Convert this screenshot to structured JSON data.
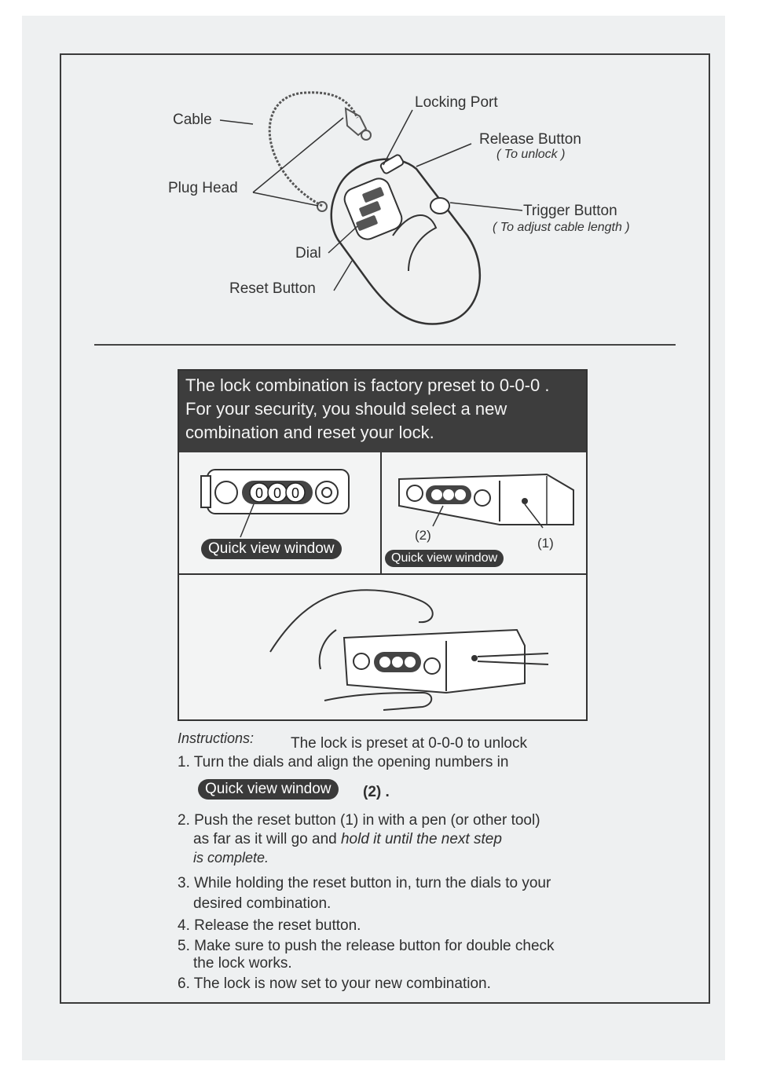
{
  "diagram": {
    "labels": {
      "cable": "Cable",
      "plug_head": "Plug Head",
      "locking_port": "Locking Port",
      "release_button": "Release Button",
      "release_note": "( To unlock )",
      "trigger_button": "Trigger Button",
      "trigger_note": "( To adjust cable length )",
      "dial": "Dial",
      "reset_button": "Reset Button"
    },
    "dial_digits": [
      "0",
      "0",
      "0"
    ]
  },
  "notice": {
    "lines": [
      "The lock combination is factory preset to 0-0-0 .",
      "For your security, you should select a new",
      "combination and reset your lock."
    ]
  },
  "figures": {
    "quick_view_window": "Quick view window",
    "marker_1": "(1)",
    "marker_2": "(2)"
  },
  "instructions": {
    "heading": "Instructions:",
    "intro": "The lock is preset at 0-0-0 to unlock",
    "step1_a": "1. Turn the dials and align the opening numbers in",
    "step1_badge": "Quick view window",
    "step1_ref": "(2) .",
    "step2_a": "2. Push the reset button (1) in with a pen (or other tool)",
    "step2_b": "as far as it will go and",
    "step2_c": "hold it until the next step",
    "step2_d": "is complete.",
    "step3_a": "3. While holding the reset button in, turn the dials to your",
    "step3_b": "desired combination.",
    "step4": "4. Release the reset button.",
    "step5_a": "5. Make sure to push the release button for double check",
    "step5_b": "the lock works.",
    "step6": "6. The lock is now set to your new combination."
  }
}
